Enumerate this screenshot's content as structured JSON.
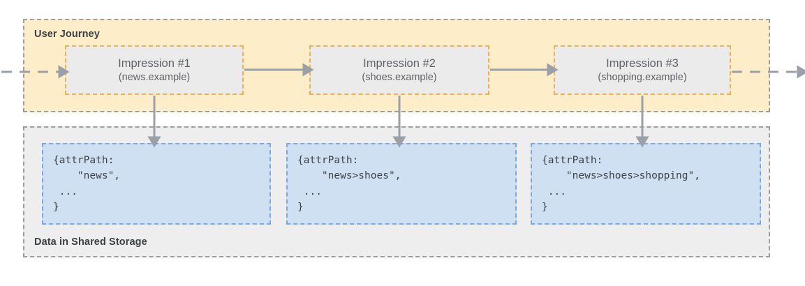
{
  "journey": {
    "title": "User Journey",
    "impressions": [
      {
        "title": "Impression #1",
        "site": "(news.example)"
      },
      {
        "title": "Impression #2",
        "site": "(shoes.example)"
      },
      {
        "title": "Impression #3",
        "site": "(shopping.example)"
      }
    ]
  },
  "storage": {
    "title": "Data in Shared Storage",
    "records": [
      {
        "code": "{attrPath:\n    \"news\",\n ...\n}"
      },
      {
        "code": "{attrPath:\n    \"news>shoes\",\n ...\n}"
      },
      {
        "code": "{attrPath:\n    \"news>shoes>shopping\",\n ...\n}"
      }
    ]
  },
  "colors": {
    "journey_background": "#fdeec9",
    "storage_background": "#eeeeee",
    "impression_background": "#ebebeb",
    "impression_border": "#f3b14e",
    "record_background": "#cfe0f3",
    "record_border": "#7aa7e5",
    "panel_border": "#9e9e9e",
    "arrow": "#9aa0a6",
    "text": "#3c4043",
    "muted_text": "#5f6368"
  }
}
